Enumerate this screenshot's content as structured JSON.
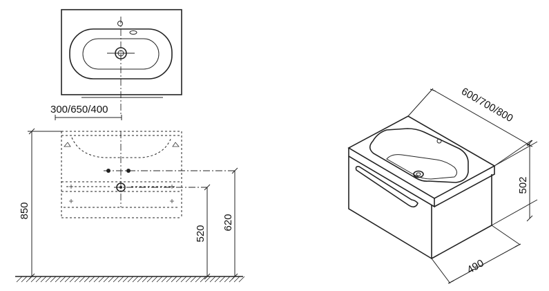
{
  "dimensions": {
    "basin_offset": "300/650/400",
    "total_height": "850",
    "drain_height": "520",
    "outlet_height": "620",
    "widths": "600/700/800",
    "cabinet_height": "502",
    "depth": "490"
  }
}
